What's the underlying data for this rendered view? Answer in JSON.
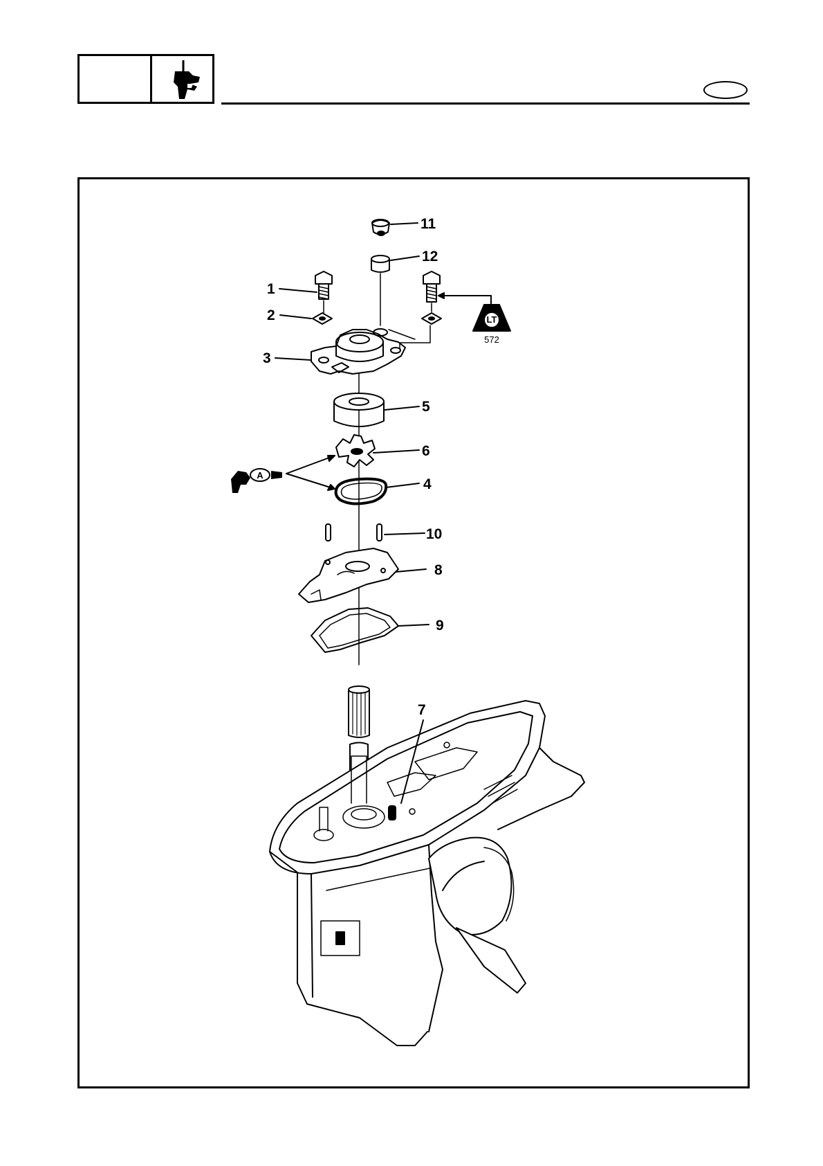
{
  "header": {
    "section_icon": "lower-unit-icon",
    "lang_mark": ""
  },
  "diagram": {
    "callouts": {
      "c1": "1",
      "c2": "2",
      "c3": "3",
      "c4": "4",
      "c5": "5",
      "c6": "6",
      "c7": "7",
      "c8": "8",
      "c9": "9",
      "c10": "10",
      "c11": "11",
      "c12": "12"
    },
    "symbols": {
      "loctite_label": "LT",
      "loctite_number": "572",
      "grease_label": "A"
    }
  }
}
